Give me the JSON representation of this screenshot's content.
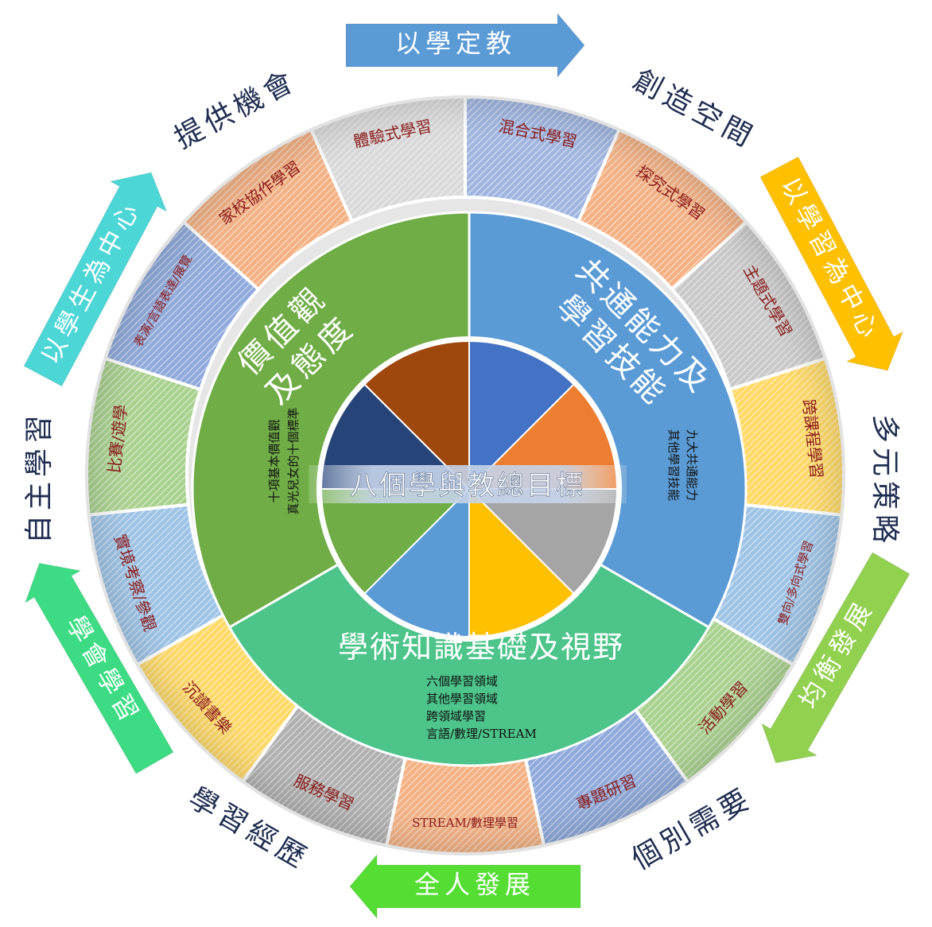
{
  "center_banner": "八個學與教總目標",
  "core": {
    "values": {
      "title_line1": "價值觀",
      "title_line2": "及態度",
      "desc_line1": "十項基本價值觀",
      "desc_line2": "真光兒女的十個標準"
    },
    "skills": {
      "title_line1": "共通能力及",
      "title_line2": "學習技能",
      "desc_line1": "九大共通能力",
      "desc_line2": "其他學習技能"
    },
    "knowledge": {
      "title": "學術知識基礎及視野",
      "desc": [
        "六個學習領域",
        "其他學習領域",
        "跨領域學習",
        "言語/數理/STREAM"
      ]
    }
  },
  "pie": {
    "colors": [
      "#4472c4",
      "#ed7d31",
      "#a5a5a5",
      "#ffc000",
      "#5b9bd5",
      "#70ad47",
      "#264478",
      "#9e480e"
    ]
  },
  "segments": [
    {
      "label": "混合式學習",
      "color": "#9fb5e0"
    },
    {
      "label": "探究式學習",
      "color": "#f4b183"
    },
    {
      "label": "主題式學習",
      "color": "#c9c9c9"
    },
    {
      "label": "跨課程學習",
      "color": "#ffd966"
    },
    {
      "label": "雙向/多向式學習",
      "color": "#9dc3e6"
    },
    {
      "label": "活動學習",
      "color": "#a9d18e"
    },
    {
      "label": "專題研習",
      "color": "#8ea9db"
    },
    {
      "label": "STREAM/數理學習",
      "color": "#f4b183"
    },
    {
      "label": "服務學習",
      "color": "#b0b0b0"
    },
    {
      "label": "沉讀書樂",
      "color": "#ffd966"
    },
    {
      "label": "實境考察/參觀",
      "color": "#9dc3e6"
    },
    {
      "label": "比賽/遊學",
      "color": "#a9d18e"
    },
    {
      "label": "表演/言語表達/展覽",
      "color": "#8ea9db"
    },
    {
      "label": "家校協作學習",
      "color": "#f4b183"
    },
    {
      "label": "體驗式學習",
      "color": "#d9d9d9"
    }
  ],
  "outer_labels": [
    {
      "text": "創造空間"
    },
    {
      "text": "多元策略"
    },
    {
      "text": "個別需要"
    },
    {
      "text": "學習經歷"
    },
    {
      "text": "自主學習"
    },
    {
      "text": "提供機會"
    }
  ],
  "arrows": [
    {
      "text": "以學定教",
      "color": "#5b9bd5"
    },
    {
      "text": "以學習為中心",
      "color": "#ffc000"
    },
    {
      "text": "均衡發展",
      "color": "#92d050"
    },
    {
      "text": "全人發展",
      "color": "#55dd33"
    },
    {
      "text": "學會學習",
      "color": "#3ddc84"
    },
    {
      "text": "以學生為中心",
      "color": "#4dd6d6"
    }
  ]
}
